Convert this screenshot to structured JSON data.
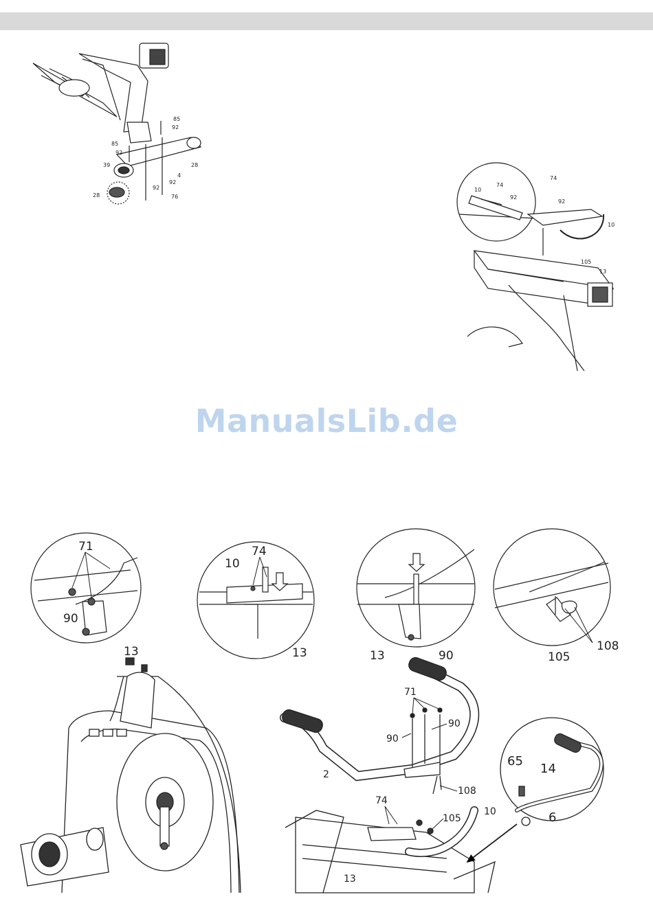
{
  "watermark": "ManualsLib.de",
  "fig_base": {
    "labels": [
      "85",
      "92",
      "85",
      "92",
      "39",
      "4",
      "28",
      "92",
      "92",
      "28",
      "76"
    ]
  },
  "fig_seat": {
    "labels": [
      "10",
      "74",
      "92",
      "74",
      "92",
      "10",
      "105",
      "13"
    ]
  },
  "fig_c1": {
    "labels": [
      "71",
      "90",
      "13"
    ]
  },
  "fig_c2": {
    "labels": [
      "10",
      "74",
      "13"
    ]
  },
  "fig_c3": {
    "labels": [
      "13",
      "90"
    ]
  },
  "fig_c4": {
    "labels": [
      "105",
      "108"
    ]
  },
  "fig_handlebar": {
    "labels": [
      "71",
      "90",
      "90",
      "2",
      "108",
      "74",
      "105",
      "10",
      "13"
    ]
  },
  "fig_lever": {
    "labels": [
      "65",
      "14",
      "6"
    ]
  }
}
